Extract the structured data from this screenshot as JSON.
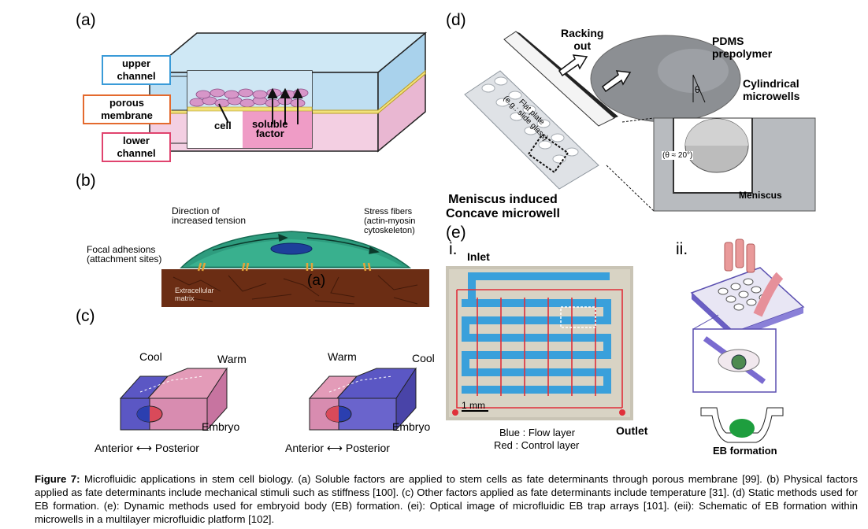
{
  "panels": {
    "a": {
      "label": "(a)",
      "upper_channel": "upper\nchannel",
      "porous_membrane": "porous\nmembrane",
      "lower_channel": "lower\nchannel",
      "cell": "cell",
      "soluble_factor": "soluble\nfactor"
    },
    "b": {
      "label": "(b)",
      "direction_tension": "Direction of\nincreased tension",
      "stress_fibers": "Stress fibers\n(actin-myosin\ncytoskeleton)",
      "focal_adhesions": "Focal adhesions\n(attachment sites)",
      "ecm": "Extracellular\nmatrix",
      "overlay": "(a)"
    },
    "c": {
      "label": "(c)",
      "left": {
        "top_left": "Cool",
        "top_right": "Warm",
        "embryo": "Embryo",
        "axis": "Anterior ⟷ Posterior"
      },
      "right": {
        "top_left": "Warm",
        "top_right": "Cool",
        "embryo": "Embryo",
        "axis": "Anterior ⟷ Posterior"
      }
    },
    "d": {
      "label": "(d)",
      "racking_out": "Racking\nout",
      "pdms": "PDMS\nprepolymer",
      "cylindrical": "Cylindrical\nmicrowells",
      "flat_plate": "Flat plate\n(e.g.: slide glass)",
      "theta": "θ",
      "theta_approx": "(θ ≈ 20°)",
      "meniscus": "Meniscus",
      "meniscus_induced": "Meniscus induced\nConcave microwell"
    },
    "e": {
      "label": "(e)",
      "i": "i.",
      "ii": "ii.",
      "inlet": "Inlet",
      "outlet": "Outlet",
      "scale": "1 mm",
      "legend_blue": "Blue : Flow layer",
      "legend_red": "Red : Control layer",
      "eb_formation": "EB formation"
    }
  },
  "caption": {
    "label": "Figure 7:",
    "text": " Microfluidic applications in stem cell biology. (a) Soluble factors are applied to stem cells as fate determinants through porous membrane [99]. (b) Physical factors applied as fate determinants include mechanical stimuli such as stiffness [100]. (c) Other factors applied as fate determinants include temperature [31]. (d) Static methods used for EB formation. (e): Dynamic methods used for embryoid body (EB) formation. (ei): Optical image of microfluidic EB trap arrays [101]. (eii): Schematic of EB formation within microwells in a multilayer microfluidic platform [102]."
  }
}
